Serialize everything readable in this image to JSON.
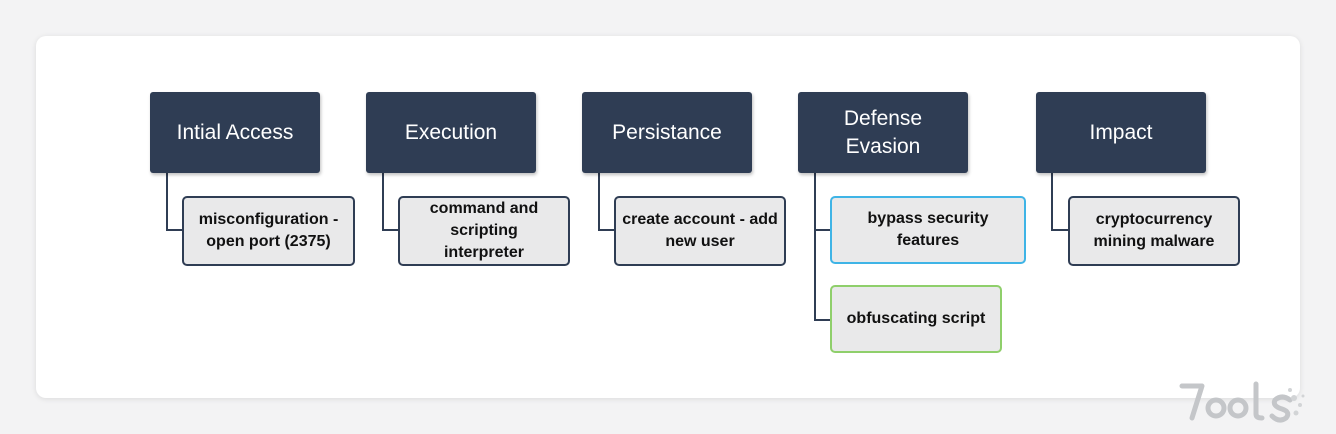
{
  "diagram": {
    "tactics": [
      {
        "title": "Intial Access",
        "techniques": [
          {
            "label": "misconfiguration - open port (2375)",
            "border": "#2f3d54"
          }
        ]
      },
      {
        "title": "Execution",
        "techniques": [
          {
            "label": "command and scripting interpreter",
            "border": "#2f3d54"
          }
        ]
      },
      {
        "title": "Persistance",
        "techniques": [
          {
            "label": "create account - add new user",
            "border": "#2f3d54"
          }
        ]
      },
      {
        "title": "Defense Evasion",
        "techniques": [
          {
            "label": "bypass security features",
            "border": "#3fb4e6"
          },
          {
            "label": "obfuscating script",
            "border": "#8fcf6b"
          }
        ]
      },
      {
        "title": "Impact",
        "techniques": [
          {
            "label": "cryptocurrency mining malware",
            "border": "#2f3d54"
          }
        ]
      }
    ]
  },
  "watermark": {
    "text": "7ools"
  },
  "colors": {
    "header_bg": "#2f3d54",
    "leaf_bg": "#e9e9ea",
    "highlight_blue": "#3fb4e6",
    "highlight_green": "#8fcf6b"
  }
}
